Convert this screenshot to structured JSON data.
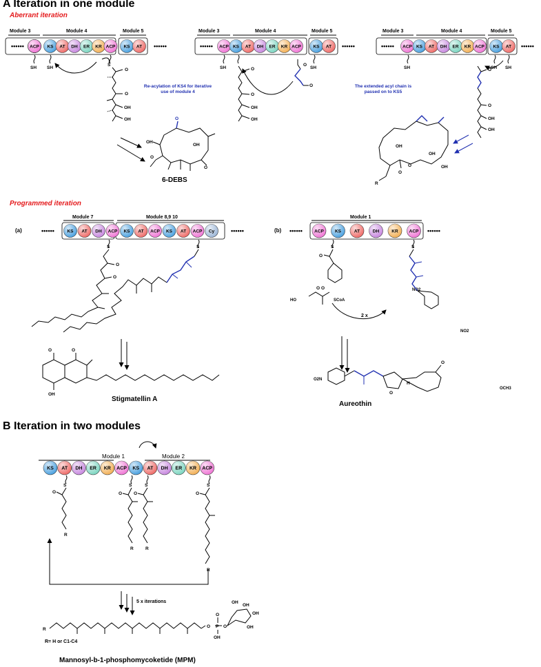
{
  "sectionA": {
    "title": "A  Iteration in one module",
    "aberrant": {
      "subtitle": "Aberrant iteration",
      "panels": [
        {
          "modules": [
            "Module 3",
            "Module 4",
            "Module 5"
          ]
        },
        {
          "modules": [
            "Module 3",
            "Module 4",
            "Module 5"
          ]
        },
        {
          "modules": [
            "Module 3",
            "Module 4",
            "Module 5"
          ]
        }
      ],
      "notes": [
        "Re-acylation of KS4 for iterative use of module 4",
        "The extended acyl chain is passed on to KS5"
      ],
      "product": "6-DEBS",
      "sh": "SH",
      "oh": "OH",
      "r": "R"
    },
    "programmed": {
      "subtitle": "Programmed iteration",
      "a": {
        "tag": "(a)",
        "modules": [
          "Module 7",
          "Module 8,9 10"
        ],
        "product": "Stigmatellin A"
      },
      "b": {
        "tag": "(b)",
        "modules": [
          "Module 1"
        ],
        "reagent_x": "2 x",
        "scoa": "SCoA",
        "ho": "HO",
        "no2": "NO2",
        "product": "Aureothin",
        "och3": "OCH3",
        "o2n": "O2N",
        "h": "H"
      }
    }
  },
  "sectionB": {
    "title": "B  Iteration in two modules",
    "modules": [
      "Module 1",
      "Module 2"
    ],
    "iterations": "5 x iterations",
    "r": "R",
    "rdef": "R= H or C1-C4",
    "product": "Mannosyl-b-1-phosphomycoketide (MPM)",
    "oh": "OH",
    "p": "P"
  },
  "domain_colors": {
    "KS": "#4fa3e0",
    "AT": "#ef6f6c",
    "DH": "#c98be0",
    "ER": "#7fd6c2",
    "KR": "#f3b25a",
    "ACP": "#f07ad6",
    "Cy": "#9fb8d8"
  },
  "chains": {
    "p1": [
      "KS",
      "AT",
      "DH",
      "ER",
      "KR",
      "ACP"
    ],
    "p2": [
      "ACP",
      "KS",
      "AT",
      "DH",
      "ER",
      "KR",
      "ACP"
    ],
    "p3": [
      "ACP",
      "KS",
      "AT",
      "DH",
      "ER",
      "KR",
      "ACP"
    ],
    "m5": [
      "KS",
      "AT"
    ],
    "pa": [
      "KS",
      "AT",
      "DH",
      "ACP",
      "KS",
      "AT",
      "ACP",
      "KS",
      "AT",
      "ACP",
      "Cy"
    ],
    "pb": [
      "ACP",
      "KS",
      "AT",
      "DH",
      "KR",
      "ACP"
    ],
    "B": [
      "KS",
      "AT",
      "DH",
      "ER",
      "KR",
      "ACP",
      "KS",
      "AT",
      "DH",
      "ER",
      "KR",
      "ACP"
    ]
  }
}
